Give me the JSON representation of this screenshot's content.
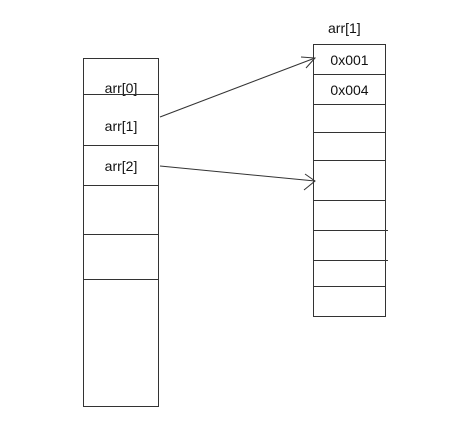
{
  "left_array": {
    "cells": [
      "arr[0]",
      "arr[1]",
      "arr[2]",
      "",
      "",
      ""
    ]
  },
  "right_array": {
    "title": "arr[1]",
    "cells": [
      "0x001",
      "0x004",
      "",
      "",
      "",
      "",
      "",
      "",
      ""
    ]
  },
  "arrows": [
    {
      "from": "arr[1]",
      "to": "0x001"
    },
    {
      "from": "arr[2]",
      "to": "right-array-cell-4"
    }
  ],
  "colors": {
    "line": "#333333",
    "text": "#111111",
    "background": "#ffffff"
  }
}
